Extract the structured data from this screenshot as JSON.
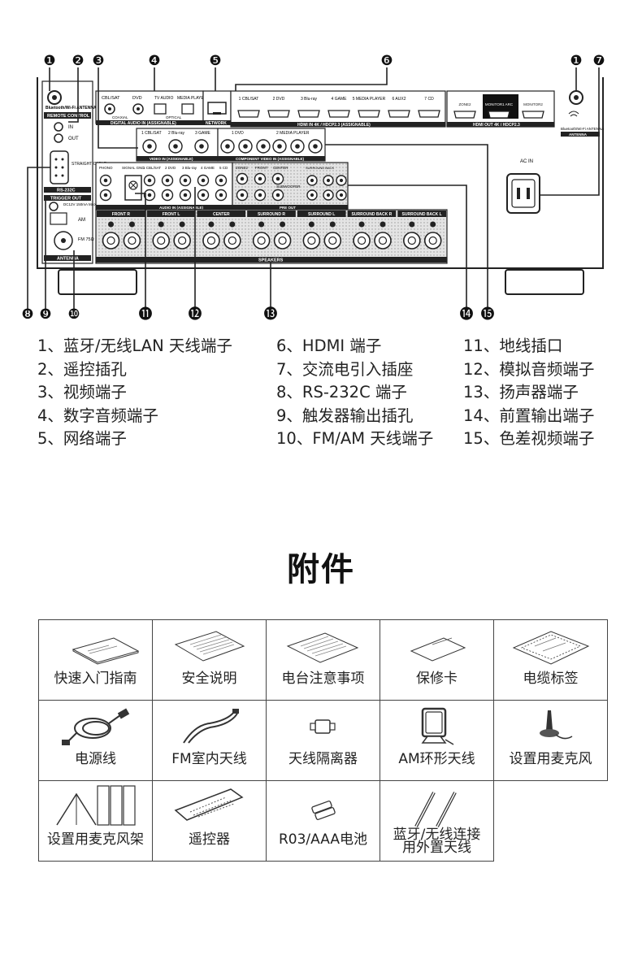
{
  "diagram": {
    "callout_numbers": [
      "❶",
      "❷",
      "❸",
      "❹",
      "❺",
      "❻",
      "❶",
      "❼",
      "❽",
      "❾",
      "❿",
      "⓫",
      "⓬",
      "⓭",
      "⓮",
      "⓯"
    ],
    "panel_labels": {
      "bt_wifi": "Bluetooth/Wi-Fi ANTENNA",
      "remote_control": "REMOTE CONTROL",
      "in": "IN",
      "out": "OUT",
      "straight_cable": "STRAIGHT CABLE",
      "rs232c": "RS-232C",
      "trigger_out": "TRIGGER OUT",
      "dc12v": "DC12V 150mA MAX.",
      "am": "AM",
      "fm": "FM 75Ω",
      "antenna": "ANTENNA",
      "digital_audio": "DIGITAL AUDIO IN (ASSIGNABLE)",
      "coaxial": "COAXIAL",
      "optical": "OPTICAL",
      "network": "NETWORK",
      "hdmi_in": "HDMI IN 4K / HDCP2.3 (ASSIGNABLE)",
      "hdmi_out": "HDMI OUT 4K / HDCP2.3",
      "video_in": "VIDEO IN (ASSIGNABLE)",
      "component_in": "COMPONENT VIDEO IN (ASSIGNABLE)",
      "audio_in": "AUDIO IN (ASSIGNABLE)",
      "pre_out": "PRE OUT",
      "speakers": "SPEAKERS",
      "assignable": "ASSIGNABLE",
      "ac_in": "AC IN",
      "phono": "PHONO",
      "signal_gnd": "SIGNAL GND",
      "subwoofer": "SUBWOOFER",
      "zone2": "ZONE2",
      "front": "FRONT",
      "center": "CENTER",
      "surround_back": "SURROUND BACK"
    },
    "digital_inputs": [
      "CBL/SAT",
      "DVD",
      "TV AUDIO",
      "MEDIA PLAYER"
    ],
    "hdmi_inputs": [
      "1 CBL/SAT",
      "2 DVD",
      "3 Blu-ray",
      "4 GAME",
      "5 MEDIA PLAYER",
      "6 AUX2",
      "7 CD"
    ],
    "hdmi_outputs": [
      "ZONE2",
      "MONITOR1 ARC",
      "MONITOR2"
    ],
    "video_inputs": [
      "1 CBL/SAT",
      "2 Blu-ray",
      "3 GAME"
    ],
    "component_inputs": [
      "1 DVD",
      "2 MEDIA PLAYER"
    ],
    "audio_inputs": [
      "1 CBL/SAT",
      "2 DVD",
      "3 Blu-ray",
      "4 GAME",
      "5 CD"
    ],
    "speaker_sections": [
      "FRONT R",
      "FRONT L",
      "CENTER",
      "SURROUND R",
      "SURROUND L",
      "SURROUND BACK R",
      "SURROUND BACK L"
    ]
  },
  "legend": {
    "col1": [
      "1、蓝牙/无线LAN 天线端子",
      "2、遥控插孔",
      "3、视频端子",
      "4、数字音频端子",
      "5、网络端子"
    ],
    "col2": [
      "6、HDMI 端子",
      "7、交流电引入插座",
      "8、RS-232C 端子",
      "9、触发器输出插孔",
      "10、FM/AM 天线端子"
    ],
    "col3": [
      "11、地线插口",
      "12、模拟音频端子",
      "13、扬声器端子",
      "14、前置输出端子",
      "15、色差视频端子"
    ]
  },
  "accessories": {
    "title": "附件",
    "items": [
      {
        "label": "快速入门指南",
        "icon": "booklet-icon"
      },
      {
        "label": "安全说明",
        "icon": "document-icon"
      },
      {
        "label": "电台注意事项",
        "icon": "leaflet-icon"
      },
      {
        "label": "保修卡",
        "icon": "card-icon"
      },
      {
        "label": "电缆标签",
        "icon": "label-sheet-icon"
      },
      {
        "label": "电源线",
        "icon": "power-cord-icon"
      },
      {
        "label": "FM室内天线",
        "icon": "fm-antenna-icon"
      },
      {
        "label": "天线隔离器",
        "icon": "isolator-icon"
      },
      {
        "label": "AM环形天线",
        "icon": "loop-antenna-icon"
      },
      {
        "label": "设置用麦克风",
        "icon": "microphone-icon"
      },
      {
        "label": "设置用麦克风架",
        "icon": "mic-stand-icon"
      },
      {
        "label": "遥控器",
        "icon": "remote-icon"
      },
      {
        "label": "R03/AAA电池",
        "icon": "battery-icon"
      },
      {
        "label": "蓝牙/无线连接",
        "label2": "用外置天线",
        "icon": "external-antenna-icon"
      }
    ]
  }
}
